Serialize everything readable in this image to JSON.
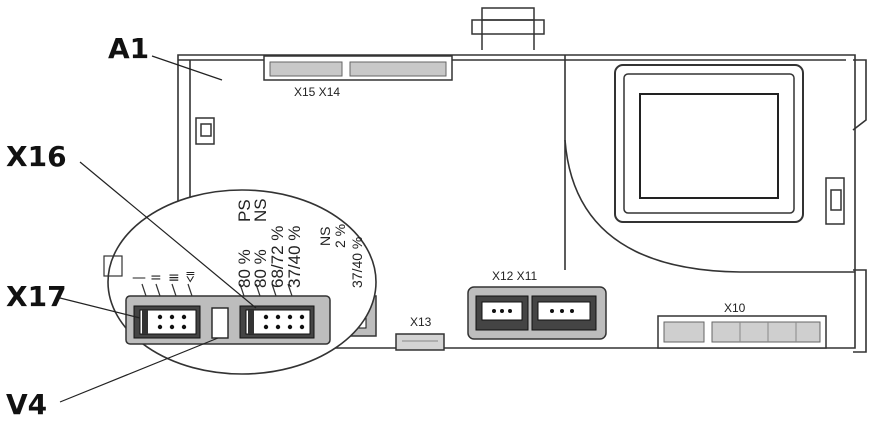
{
  "callouts": {
    "a1": "A1",
    "x16": "X16",
    "x17": "X17",
    "v4": "V4"
  },
  "connector_labels": {
    "x15_x14": "X15 X14",
    "x12_x11": "X12 X11",
    "x13": "X13",
    "x10": "X10"
  },
  "jumper_labels": {
    "ps": "PS",
    "ns": "NS",
    "p80a": "80 %",
    "p80b": "80 %",
    "p6872": "68/72 %",
    "p3740": "37/40 %",
    "ns2": "NS",
    "p2": "2 %",
    "p3740b": "37/40 %"
  },
  "symbols": [
    "—",
    "=",
    "≡",
    "⩢"
  ]
}
